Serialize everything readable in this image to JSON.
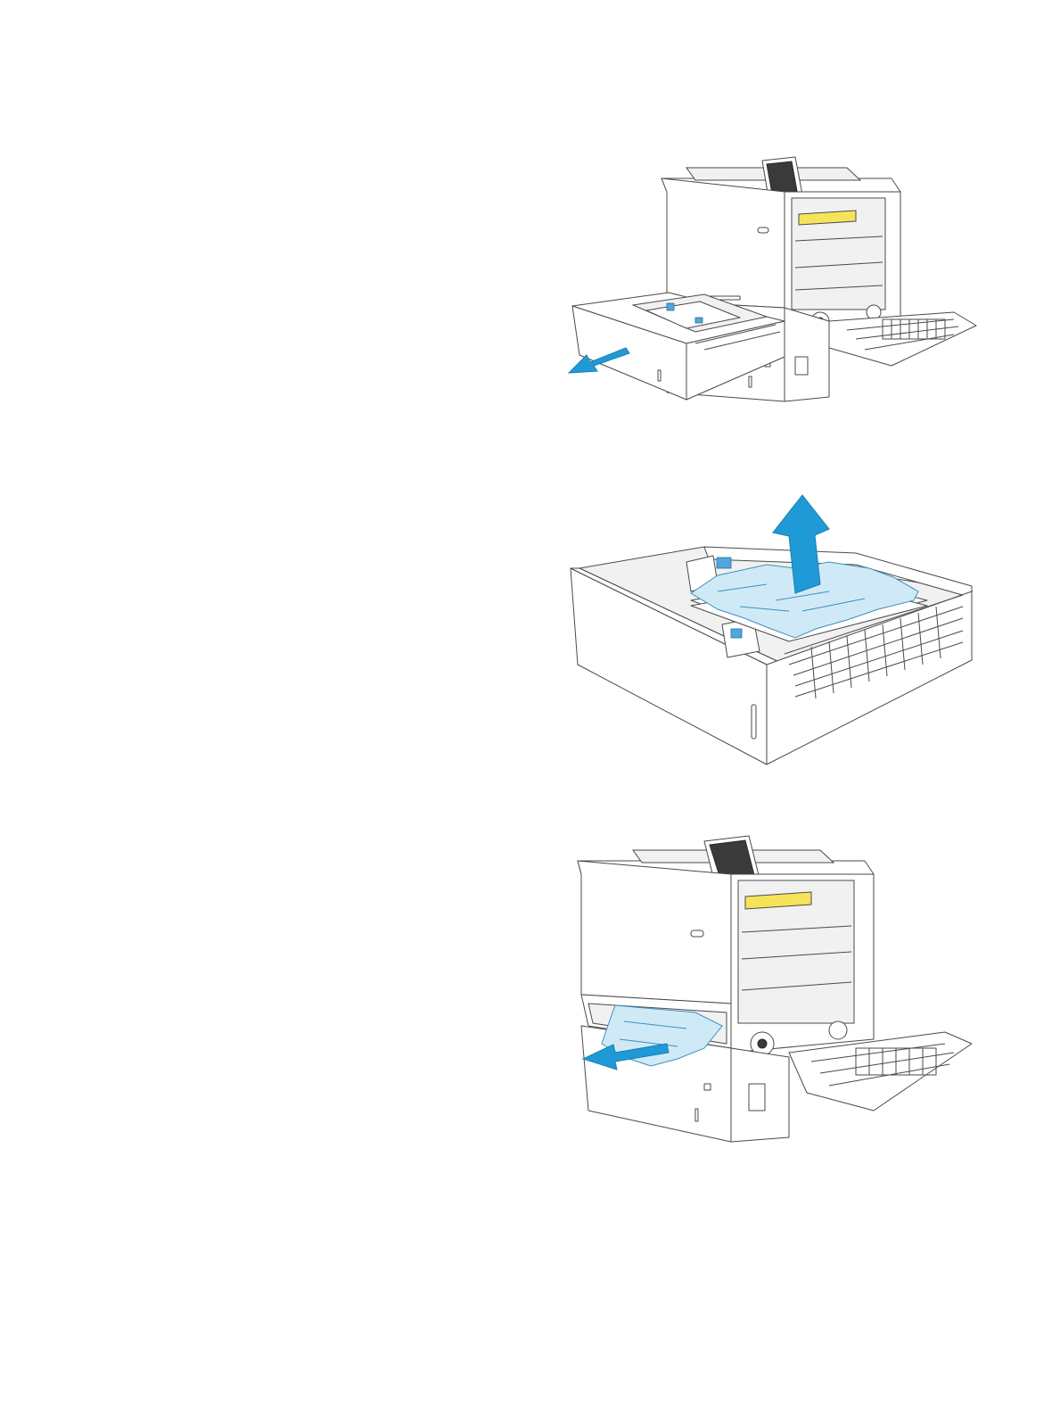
{
  "document": {
    "figures": [
      {
        "id": "remove-tray",
        "icon": "printer-tray-pull-out-illustration",
        "arrow_color": "#1f9ad6"
      },
      {
        "id": "remove-jammed-paper-from-tray",
        "icon": "tray-jammed-paper-lift-illustration",
        "arrow_color": "#1f9ad6"
      },
      {
        "id": "remove-paper-from-tray-cavity",
        "icon": "printer-cavity-paper-pull-illustration",
        "arrow_color": "#1f9ad6"
      }
    ],
    "colors": {
      "arrow": "#1f9ad6",
      "jammed_paper": "#cfeaf6",
      "fuser_highlight": "#f7e35a",
      "outline": "#4a4a4a"
    }
  }
}
